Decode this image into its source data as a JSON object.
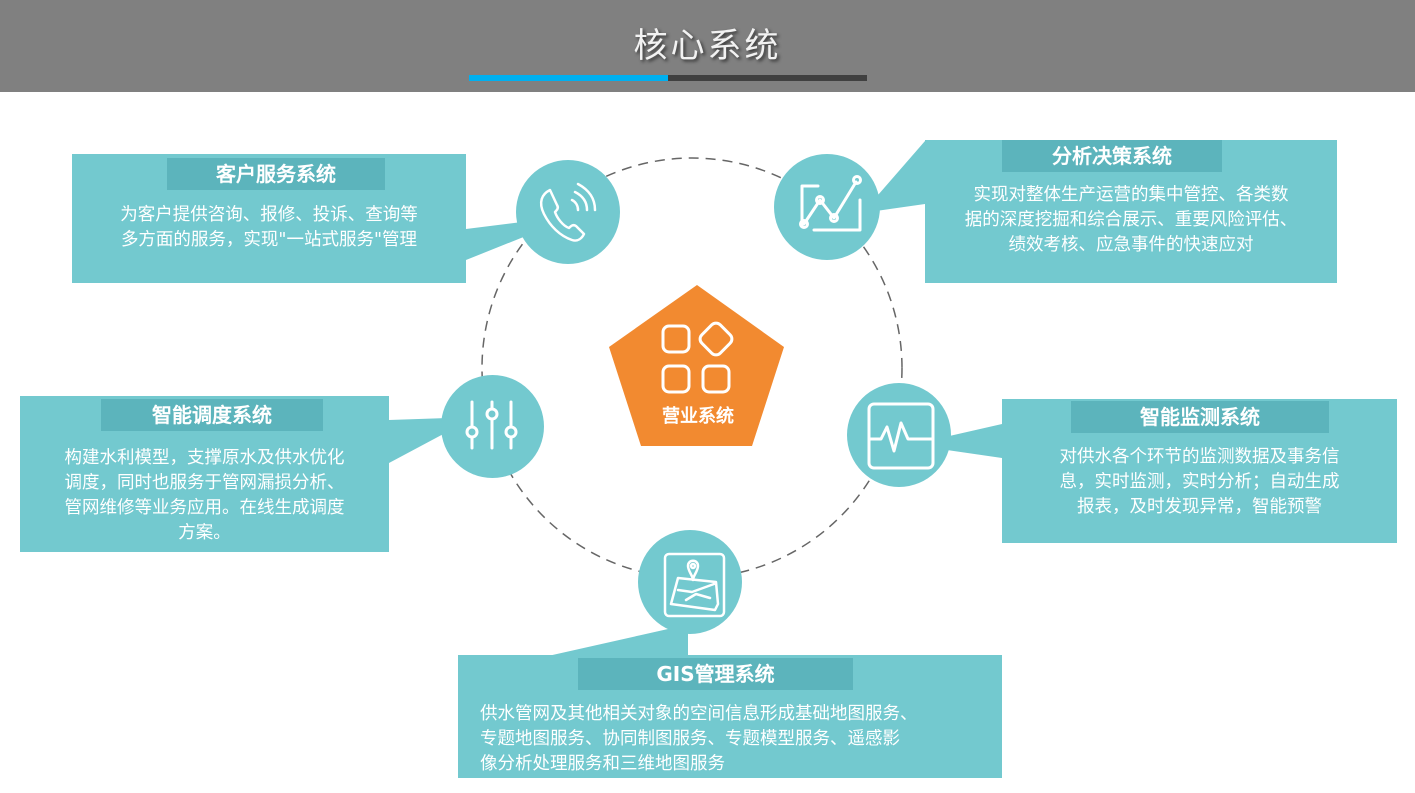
{
  "header": {
    "title": "核心系统",
    "accent_color": "#00b0f0",
    "bar_dark_color": "#404040",
    "background": "#808080"
  },
  "center": {
    "label": "营业系统",
    "icon": "apps-grid-icon",
    "color": "#f28a30"
  },
  "nodes": [
    {
      "id": "customer-service",
      "icon": "phone-icon",
      "title": "客户服务系统",
      "text": [
        "为客户提供咨询、报修、投诉、查询等",
        "多方面的服务，实现\"一站式服务\"管理"
      ]
    },
    {
      "id": "analysis-decision",
      "icon": "line-chart-icon",
      "title": "分析决策系统",
      "text": [
        "实现对整体生产运营的集中管控、各类数",
        "据的深度挖掘和综合展示、重要风险评估、",
        "绩效考核、应急事件的快速应对"
      ]
    },
    {
      "id": "smart-dispatch",
      "icon": "sliders-icon",
      "title": "智能调度系统",
      "text": [
        "构建水利模型，支撑原水及供水优化",
        "调度，同时也服务于管网漏损分析、",
        "管网维修等业务应用。在线生成调度",
        "方案。"
      ]
    },
    {
      "id": "smart-monitoring",
      "icon": "pulse-monitor-icon",
      "title": "智能监测系统",
      "text": [
        "对供水各个环节的监测数据及事务信",
        "息，实时监测，实时分析；自动生成",
        "报表，及时发现异常，智能预警"
      ]
    },
    {
      "id": "gis-management",
      "icon": "map-pin-icon",
      "title": "GIS管理系统",
      "text": [
        "供水管网及其他相关对象的空间信息形成基础地图服务、",
        "专题地图服务、协同制图服务、专题模型服务、遥感影",
        "像分析处理服务和三维地图服务"
      ]
    }
  ],
  "colors": {
    "box": "#73c9cf",
    "box_title": "#5cb4bc",
    "dash": "#666666"
  }
}
